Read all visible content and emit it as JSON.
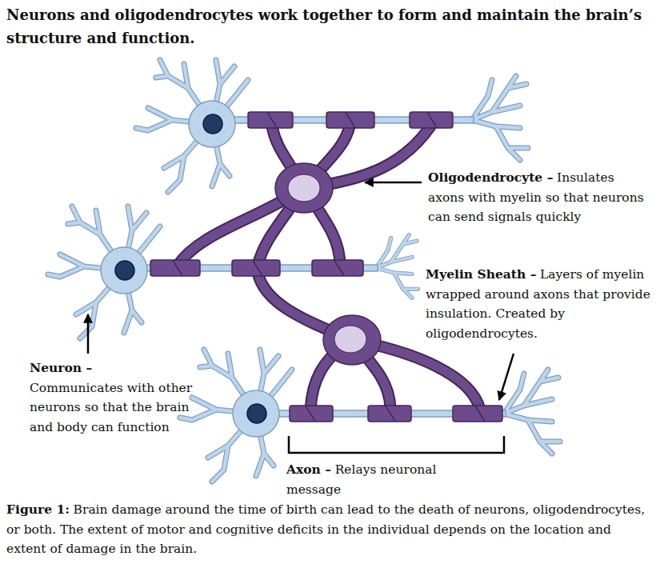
{
  "diagram": {
    "title": "Neurons and oligodendrocytes work together to form and maintain the brain’s structure and function.",
    "caption": "Brain damage around the time of birth can lead to the death of neurons, oligodendrocytes, or both. The extent of motor and cognitive deficits in the individual depends on the location and extent of damage in the brain.",
    "labels": [
      "Oligodendrocyte –",
      "Insulates axons with myelin so that neurons can send signals quickly",
      "Myelin Sheath –",
      "Layers of myelin wrapped around axons that provide insulation. Created by oligodendrocytes.",
      "Neuron –",
      "Communicates with other neurons so that the brain and body can function",
      "Axon –",
      "Relays neuronal message",
      "Figure 1:"
    ]
  }
}
